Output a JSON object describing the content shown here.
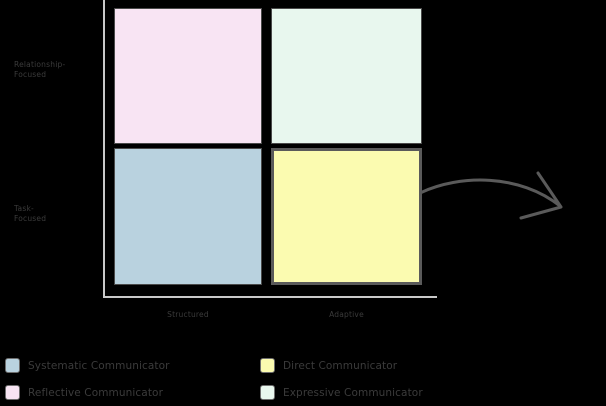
{
  "chart_data": {
    "type": "scatter",
    "title": "",
    "xlabel": "",
    "ylabel": "",
    "axes": {
      "x_ticks": [
        "Structured",
        "Adaptive"
      ],
      "y_ticks": [
        "Relationship-\nFocused",
        "Task-\nFocused"
      ],
      "grid": false
    },
    "quadrants": [
      {
        "key": "reflective",
        "label": "Reflective Communicator",
        "x": "Structured",
        "y": "Relationship-Focused",
        "color": "#f8e4f3",
        "highlighted": false
      },
      {
        "key": "expressive",
        "label": "Expressive Communicator",
        "x": "Adaptive",
        "y": "Relationship-Focused",
        "color": "#e8f7ee",
        "highlighted": false
      },
      {
        "key": "systematic",
        "label": "Systematic Communicator",
        "x": "Structured",
        "y": "Task-Focused",
        "color": "#b9d2df",
        "highlighted": false
      },
      {
        "key": "direct",
        "label": "Direct Communicator",
        "x": "Adaptive",
        "y": "Task-Focused",
        "color": "#fbfbb0",
        "highlighted": true
      }
    ],
    "legend": {
      "position": "bottom",
      "entries": [
        {
          "label": "Systematic Communicator",
          "color": "#b9d2df"
        },
        {
          "label": "Reflective Communicator",
          "color": "#f8e4f3"
        },
        {
          "label": "Direct Communicator",
          "color": "#fbfbb0"
        },
        {
          "label": "Expressive Communicator",
          "color": "#e8f7ee"
        }
      ]
    },
    "annotations": [
      {
        "type": "arrow",
        "from": "direct-quadrant",
        "direction": "right",
        "color": "#5a5a5a"
      }
    ]
  },
  "axis": {
    "y_labels": [
      {
        "text": "Relationship-\nFocused"
      },
      {
        "text": "Task-\nFocused"
      }
    ],
    "x_labels": [
      {
        "text": "Structured"
      },
      {
        "text": "Adaptive"
      }
    ]
  },
  "legend": {
    "left": [
      {
        "label": "Systematic Communicator",
        "color": "#b9d2df"
      },
      {
        "label": "Reflective Communicator",
        "color": "#f8e4f3"
      }
    ],
    "right": [
      {
        "label": "Direct Communicator",
        "color": "#fbfbb0"
      },
      {
        "label": "Expressive Communicator",
        "color": "#e8f7ee"
      }
    ]
  },
  "colors": {
    "background": "#000000",
    "axis_line": "#c9c9c9",
    "text": "#3b3b3b",
    "quadrant_border": "#4a4a4a",
    "quadrant_border_highlight": "#5a5a5a",
    "arrow": "#5a5a5a"
  }
}
